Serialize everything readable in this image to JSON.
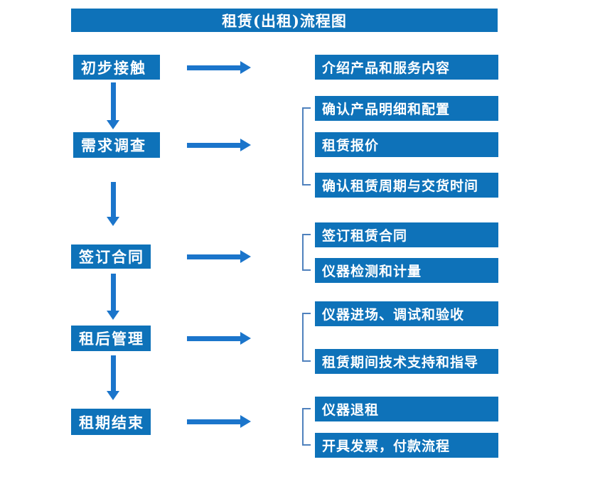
{
  "title": "租赁(出租)流程图",
  "colors": {
    "box_blue": "#0e72b9",
    "arrow_blue": "#1b75cb",
    "bracket_blue": "#4f81bd",
    "text_white": "#ffffff",
    "canvas_bg": "#ffffff"
  },
  "stages": [
    {
      "label": "初步接触",
      "outputs": [
        "介绍产品和服务内容"
      ]
    },
    {
      "label": "需求调查",
      "outputs": [
        "确认产品明细和配置",
        "租赁报价",
        "确认租赁周期与交货时间"
      ]
    },
    {
      "label": "签订合同",
      "outputs": [
        "签订租赁合同",
        "仪器检测和计量"
      ]
    },
    {
      "label": "租后管理",
      "outputs": [
        "仪器进场、调试和验收",
        "租赁期间技术支持和指导"
      ]
    },
    {
      "label": "租期结束",
      "outputs": [
        "仪器退租",
        "开具发票，付款流程"
      ]
    }
  ]
}
